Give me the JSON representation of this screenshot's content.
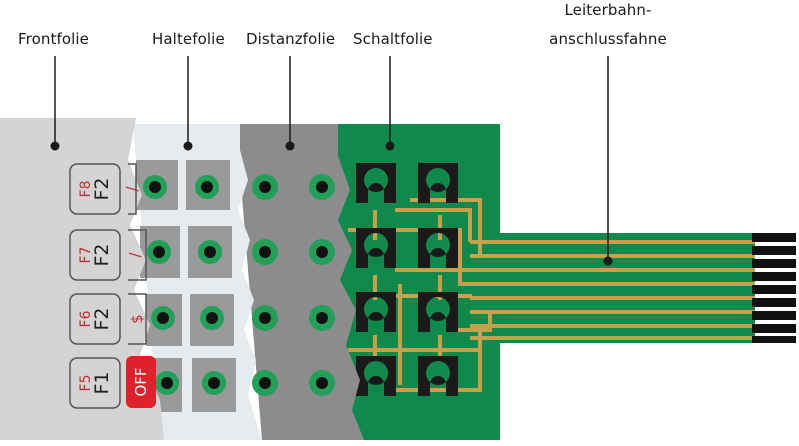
{
  "labels": {
    "frontfolie": "Frontfolie",
    "haltefolie": "Haltefolie",
    "distanzfolie": "Distanzfolie",
    "schaltfolie": "Schaltfolie",
    "leiterbahn_line1": "Leiterbahn-",
    "leiterbahn_line2": "anschlussfahne"
  },
  "keys": [
    {
      "fn": "F8",
      "alt": "F2",
      "symbol": "/"
    },
    {
      "fn": "F7",
      "alt": "F2",
      "symbol": "/"
    },
    {
      "fn": "F6",
      "alt": "F2",
      "symbol": "$"
    },
    {
      "fn": "F5",
      "alt": "F1",
      "symbol": "OFF"
    }
  ],
  "colors": {
    "background": "#ffffff",
    "front_layer": "#d4d4d4",
    "spacer_layer": "#e6ebf0",
    "distance_layer": "#8c8c8c",
    "pcb_green": "#0f8a4c",
    "trace_gold": "#c8a04a",
    "contact_black": "#1a1a1a",
    "dot_green": "#22a05a",
    "key_red": "#e0202a",
    "key_text": "#c03030"
  }
}
